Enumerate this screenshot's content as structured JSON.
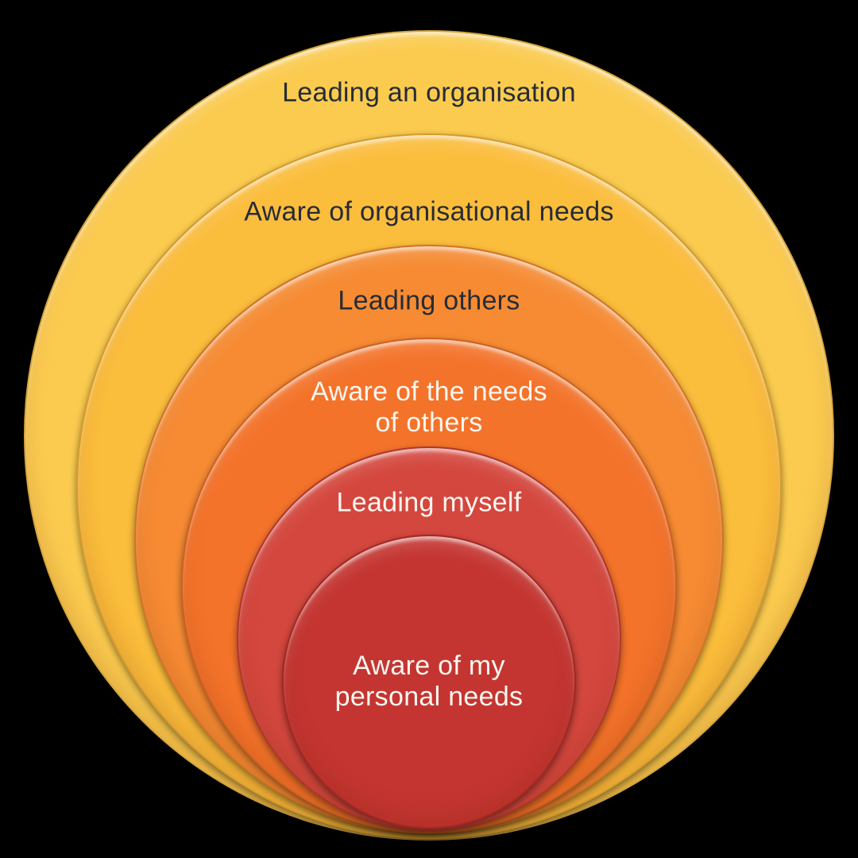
{
  "background_color": "#000000",
  "text_colors": {
    "dark": "#262C36",
    "light": "#FAF6F0"
  },
  "levels": [
    {
      "label": "Leading an organisation",
      "fill": "#FBCB4F",
      "text_style": "dark"
    },
    {
      "label": "Aware of organisational needs",
      "fill": "#FBBD3C",
      "text_style": "dark"
    },
    {
      "label": "Leading others",
      "fill": "#F68B33",
      "text_style": "dark"
    },
    {
      "label": "Aware of the needs\nof others",
      "fill": "#F4732A",
      "text_style": "light"
    },
    {
      "label": "Leading myself",
      "fill": "#D4473E",
      "text_style": "light"
    },
    {
      "label": "Aware of my\npersonal needs",
      "fill": "#C43531",
      "text_style": "light"
    }
  ]
}
